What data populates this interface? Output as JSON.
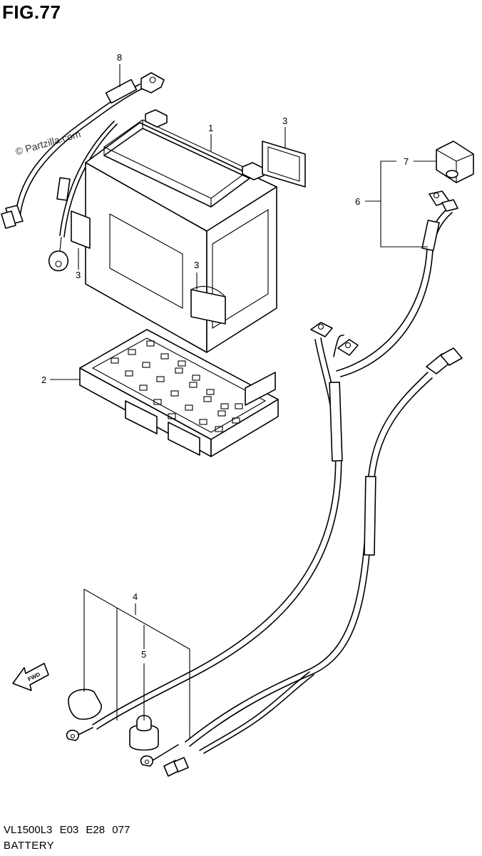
{
  "figure": {
    "title": "FIG.77",
    "model_code": "VL1500L3  E03  E28  077",
    "section_name": "BATTERY",
    "watermark": "© Partzilla.com"
  },
  "callouts": [
    {
      "id": "1",
      "label": "1"
    },
    {
      "id": "2",
      "label": "2"
    },
    {
      "id": "3a",
      "label": "3"
    },
    {
      "id": "3b",
      "label": "3"
    },
    {
      "id": "3c",
      "label": "3"
    },
    {
      "id": "4",
      "label": "4"
    },
    {
      "id": "5",
      "label": "5"
    },
    {
      "id": "6",
      "label": "6"
    },
    {
      "id": "7",
      "label": "7"
    },
    {
      "id": "8",
      "label": "8"
    }
  ],
  "fwd_indicator": {
    "label": "FWD"
  }
}
